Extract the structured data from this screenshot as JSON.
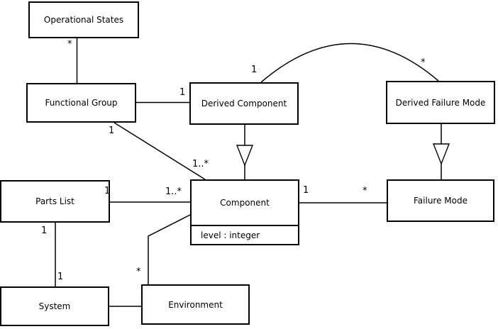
{
  "diagram": {
    "background_color": "#ffffff",
    "line_color": "#000000",
    "classes": {
      "operational_states": {
        "label": "Operational States"
      },
      "functional_group": {
        "label": "Functional Group"
      },
      "derived_component": {
        "label": "Derived Component"
      },
      "derived_failure_mode": {
        "label": "Derived Failure Mode"
      },
      "component": {
        "label": "Component",
        "attribute": "level : integer"
      },
      "failure_mode": {
        "label": "Failure Mode"
      },
      "parts_list": {
        "label": "Parts List"
      },
      "system": {
        "label": "System"
      },
      "environment": {
        "label": "Environment"
      }
    },
    "multiplicities": {
      "os_fg_star": "*",
      "fg_dc_one": "1",
      "dc_arc_one": "1",
      "dfm_arc_star": "*",
      "fg_comp_one": "1",
      "fg_comp_many": "1..*",
      "pl_comp_one": "1",
      "pl_comp_many": "1..*",
      "comp_fm_one": "1",
      "comp_fm_star": "*",
      "pl_sys_one_top": "1",
      "pl_sys_one_bottom": "1",
      "env_comp_star": "*"
    }
  }
}
